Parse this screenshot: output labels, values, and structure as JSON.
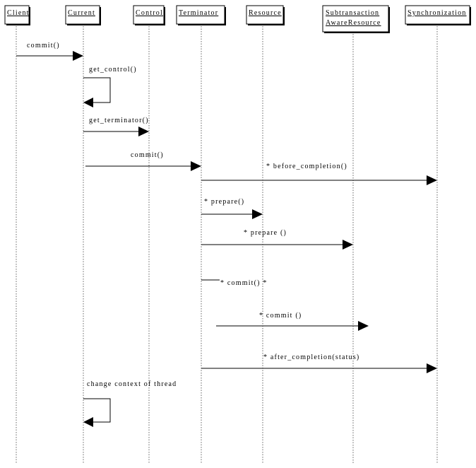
{
  "objects": [
    {
      "id": "client",
      "label_lines": [
        "Client"
      ]
    },
    {
      "id": "current",
      "label_lines": [
        "Current"
      ]
    },
    {
      "id": "control",
      "label_lines": [
        "Control"
      ]
    },
    {
      "id": "terminator",
      "label_lines": [
        "Terminator"
      ]
    },
    {
      "id": "resource",
      "label_lines": [
        "Resource"
      ]
    },
    {
      "id": "subtransaction",
      "label_lines": [
        "SubtransactionAwareResource"
      ]
    },
    {
      "id": "synchronization",
      "label_lines": [
        "Synchronization"
      ]
    }
  ],
  "messages": [
    {
      "id": "m1",
      "from": "client",
      "to": "current",
      "label": "commit()"
    },
    {
      "id": "m2",
      "from": "current",
      "to": "current",
      "label": "get_control()"
    },
    {
      "id": "m3",
      "from": "current",
      "to": "control",
      "label": "get_terminator()"
    },
    {
      "id": "m4",
      "from": "current",
      "to": "terminator",
      "label": "commit()"
    },
    {
      "id": "m5",
      "from": "terminator",
      "to": "synchronization",
      "label": "* before_completion()"
    },
    {
      "id": "m6",
      "from": "terminator",
      "to": "resource",
      "label": "* prepare()"
    },
    {
      "id": "m7",
      "from": "terminator",
      "to": "subtransaction",
      "label": "* prepare ()"
    },
    {
      "id": "m8",
      "from": "terminator",
      "to": "resource",
      "label": "* commit() *"
    },
    {
      "id": "m9",
      "from": "terminator",
      "to": "subtransaction",
      "label": "* commit ()"
    },
    {
      "id": "m10",
      "from": "terminator",
      "to": "synchronization",
      "label": "* after_completion(status)"
    },
    {
      "id": "m11",
      "from": "current",
      "to": "current",
      "label": "change context of thread"
    }
  ]
}
